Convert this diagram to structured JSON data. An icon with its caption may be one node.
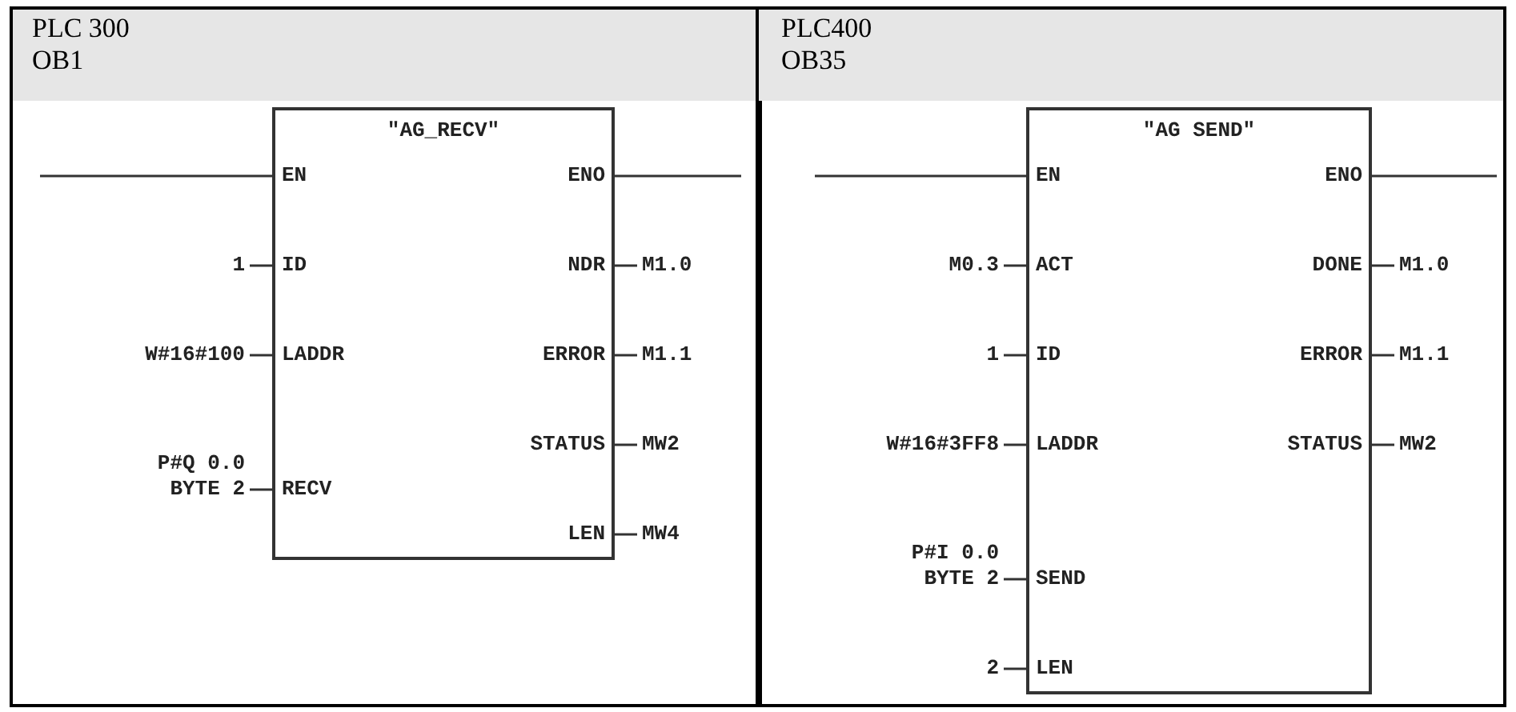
{
  "diagram": {
    "nodes": [
      {
        "text": [
          "\"AG_RECV\"",
          "EN",
          "ENO",
          "ID",
          "NDR",
          "LADDR",
          "ERROR",
          "STATUS",
          "RECV",
          "LEN"
        ]
      },
      {
        "text": [
          "1"
        ]
      },
      {
        "text": [
          "W#16#100"
        ]
      },
      {
        "text": [
          "P#Q 0.0 BYTE 2"
        ]
      },
      {
        "text": [
          "M1.0"
        ]
      },
      {
        "text": [
          "M1.1"
        ]
      },
      {
        "text": [
          "MW2"
        ]
      },
      {
        "text": [
          "MW4"
        ]
      },
      {
        "text": [
          "\"AG SEND\"",
          "EN",
          "ENO",
          "ACT",
          "DONE",
          "ID",
          "ERROR",
          "LADDR",
          "STATUS",
          "SEND",
          "LEN"
        ]
      },
      {
        "text": [
          "M0.3"
        ]
      },
      {
        "text": [
          "1"
        ]
      },
      {
        "text": [
          "W#16#3FF8"
        ]
      },
      {
        "text": [
          "P#I 0.0 BYTE 2"
        ]
      },
      {
        "text": [
          "2"
        ]
      },
      {
        "text": [
          "M1.0"
        ]
      },
      {
        "text": [
          "M1.1"
        ]
      },
      {
        "text": [
          "MW2"
        ]
      }
    ],
    "edges": [
      {
        "from": null,
        "to": 0,
        "arrow": "none"
      },
      {
        "from": 0,
        "to": null,
        "arrow": "none"
      },
      {
        "from": 1,
        "to": 0,
        "arrow": "none"
      },
      {
        "from": 2,
        "to": 0,
        "arrow": "none"
      },
      {
        "from": 3,
        "to": 0,
        "arrow": "none"
      },
      {
        "from": 0,
        "to": 4,
        "arrow": "none"
      },
      {
        "from": 0,
        "to": 5,
        "arrow": "none"
      },
      {
        "from": 0,
        "to": 6,
        "arrow": "none"
      },
      {
        "from": 0,
        "to": 7,
        "arrow": "none"
      },
      {
        "from": null,
        "to": 8,
        "arrow": "none"
      },
      {
        "from": 8,
        "to": null,
        "arrow": "none"
      },
      {
        "from": 9,
        "to": 8,
        "arrow": "none"
      },
      {
        "from": 10,
        "to": 8,
        "arrow": "none"
      },
      {
        "from": 11,
        "to": 8,
        "arrow": "none"
      },
      {
        "from": 12,
        "to": 8,
        "arrow": "none"
      },
      {
        "from": 13,
        "to": 8,
        "arrow": "none"
      },
      {
        "from": 8,
        "to": 14,
        "arrow": "none"
      },
      {
        "from": 8,
        "to": 15,
        "arrow": "none"
      },
      {
        "from": 8,
        "to": 16,
        "arrow": "none"
      }
    ],
    "labels": [
      "PLC 300",
      "OB1",
      "PLC400",
      "OB35"
    ]
  }
}
